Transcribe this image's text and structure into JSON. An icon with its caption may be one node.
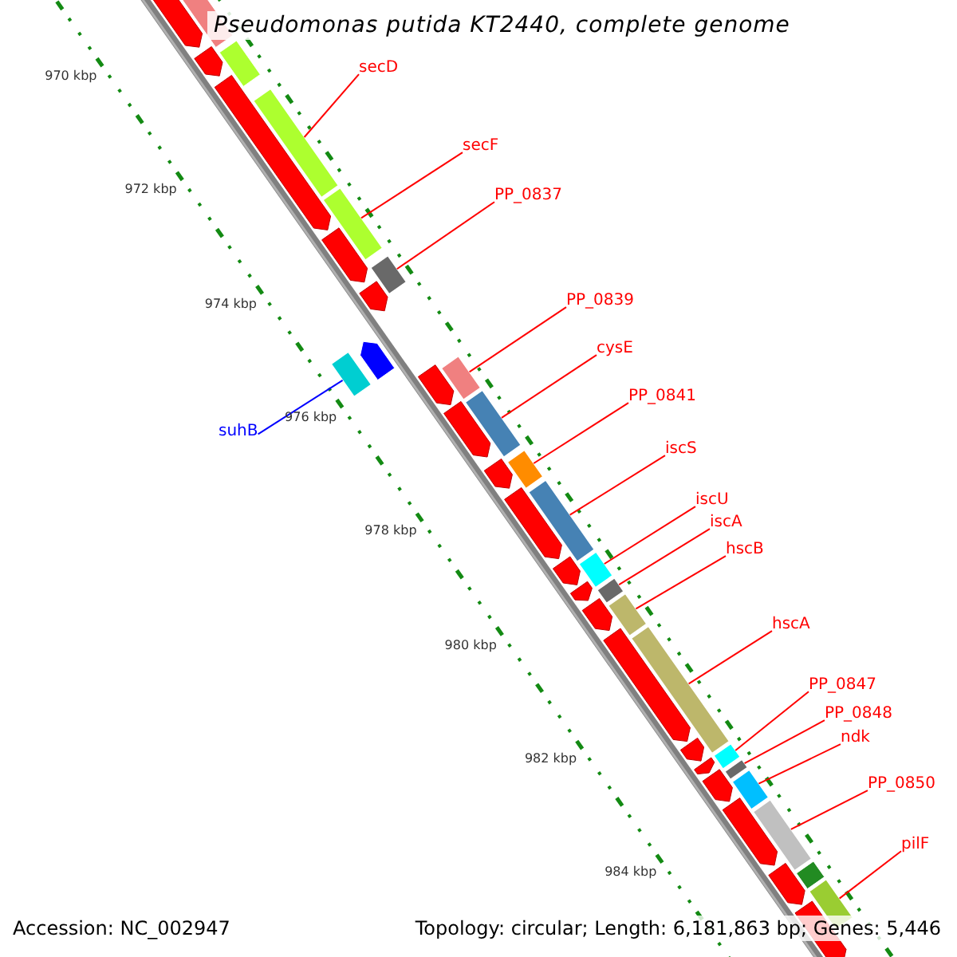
{
  "diagram": {
    "title": "Pseudomonas putida KT2440, complete genome",
    "nodes": [
      {
        "text": [
          "secD"
        ]
      },
      {
        "text": [
          "secF"
        ]
      },
      {
        "text": [
          "PP_0837"
        ]
      },
      {
        "text": [
          "PP_0839"
        ]
      },
      {
        "text": [
          "cysE"
        ]
      },
      {
        "text": [
          "PP_0841"
        ]
      },
      {
        "text": [
          "suhB"
        ]
      },
      {
        "text": [
          "iscS"
        ]
      },
      {
        "text": [
          "iscU"
        ]
      },
      {
        "text": [
          "iscA"
        ]
      },
      {
        "text": [
          "hscB"
        ]
      },
      {
        "text": [
          "hscA"
        ]
      },
      {
        "text": [
          "PP_0847"
        ]
      },
      {
        "text": [
          "PP_0848"
        ]
      },
      {
        "text": [
          "ndk"
        ]
      },
      {
        "text": [
          "PP_0850"
        ]
      },
      {
        "text": [
          "pilF"
        ]
      },
      {
        "text": [],
        "shape": "bar"
      },
      {
        "text": [],
        "shape": "bar"
      },
      {
        "text": [],
        "shape": "bar"
      },
      {
        "text": [],
        "shape": "bar"
      },
      {
        "text": [],
        "shape": "bar"
      },
      {
        "text": [],
        "shape": "bar"
      },
      {
        "text": [],
        "shape": "bar"
      },
      {
        "text": [],
        "shape": "bar"
      },
      {
        "text": [],
        "shape": "bar"
      },
      {
        "text": [],
        "shape": "bar"
      },
      {
        "text": [],
        "shape": "bar"
      },
      {
        "text": [],
        "shape": "bar"
      },
      {
        "text": [],
        "shape": "bar"
      },
      {
        "text": [],
        "shape": "bar"
      },
      {
        "text": [],
        "shape": "bar"
      },
      {
        "text": [],
        "shape": "bar"
      },
      {
        "text": [],
        "shape": "bar"
      }
    ],
    "edges": [
      {
        "from": 0,
        "to": 17,
        "arrow": "none"
      },
      {
        "from": 1,
        "to": 18,
        "arrow": "none"
      },
      {
        "from": 2,
        "to": 19,
        "arrow": "none"
      },
      {
        "from": 3,
        "to": 21,
        "arrow": "none"
      },
      {
        "from": 4,
        "to": 22,
        "arrow": "none"
      },
      {
        "from": 5,
        "to": 23,
        "arrow": "none"
      },
      {
        "from": 6,
        "to": 20,
        "arrow": "none",
        "color": "#0000ff"
      },
      {
        "from": 7,
        "to": 24,
        "arrow": "none"
      },
      {
        "from": 8,
        "to": 25,
        "arrow": "none"
      },
      {
        "from": 9,
        "to": 26,
        "arrow": "none"
      },
      {
        "from": 10,
        "to": 27,
        "arrow": "none"
      },
      {
        "from": 11,
        "to": 28,
        "arrow": "none"
      },
      {
        "from": 12,
        "to": 29,
        "arrow": "none"
      },
      {
        "from": 13,
        "to": 30,
        "arrow": "none"
      },
      {
        "from": 14,
        "to": 31,
        "arrow": "none"
      },
      {
        "from": 15,
        "to": 32,
        "arrow": "none"
      },
      {
        "from": 16,
        "to": 33,
        "arrow": "none"
      }
    ],
    "labels": [
      "970 kbp",
      "972 kbp",
      "974 kbp",
      "976 kbp",
      "978 kbp",
      "980 kbp",
      "982 kbp",
      "984 kbp",
      "Accession: NC_002947",
      "Topology: circular; Length: 6,181,863 bp; Genes: 5,446"
    ]
  }
}
